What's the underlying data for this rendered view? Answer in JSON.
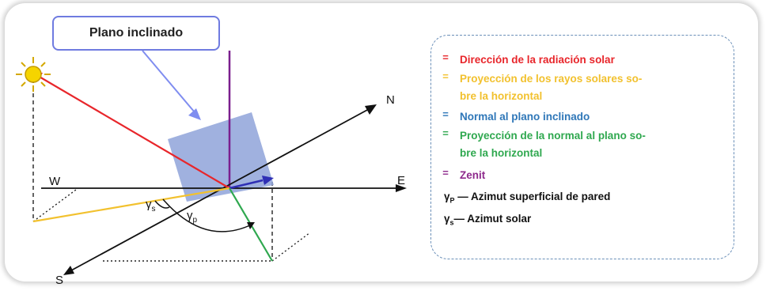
{
  "callout": {
    "text": "Plano inclinado"
  },
  "axes": {
    "north": "N",
    "south": "S",
    "east": "E",
    "west": "W"
  },
  "angles": {
    "gamma_s": {
      "symbol": "γ",
      "sub": "s"
    },
    "gamma_p": {
      "symbol": "γ",
      "sub": "p"
    }
  },
  "legend": {
    "items": [
      {
        "marker": "=",
        "text": "Dirección de la radiación solar",
        "color": "#e8262b"
      },
      {
        "marker": "=",
        "text": "Proyección de los rayos solares sobre la horizontal",
        "line1": "Proyección de los rayos  solares so-",
        "line2": "bre la horizontal",
        "color": "#f2c12e"
      },
      {
        "marker": "=",
        "text": "Normal al plano inclinado",
        "color": "#2f77b8"
      },
      {
        "marker": "=",
        "text": "Proyección de la normal al plano sobre la horizontal",
        "line1": "Proyección de la normal al plano so-",
        "line2": "bre la horizontal",
        "color": "#2fa84f"
      },
      {
        "marker": "=",
        "text": "Zenit",
        "color": "#8e2a8c"
      }
    ],
    "gamma_p": {
      "symbol": "γ",
      "sub": "P",
      "dash": "—",
      "text": "Azimut superficial de pared"
    },
    "gamma_s": {
      "symbol": "γ",
      "sub": "s",
      "dash": "—",
      "text": "Azimut solar"
    }
  },
  "colors": {
    "solar_ray": "#e8262b",
    "solar_projection": "#f2c12e",
    "normal": "#2f2fb5",
    "normal_projection": "#2fa84f",
    "zenith": "#7b1f8e",
    "plane": "#8fa3d9",
    "pointer": "#7f8df0",
    "sun": "#f5d400"
  }
}
